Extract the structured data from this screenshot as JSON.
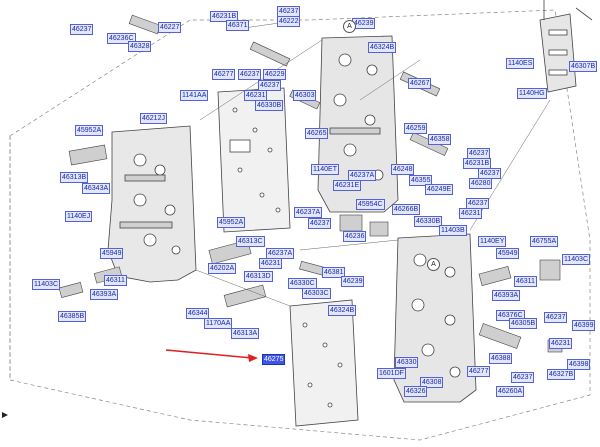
{
  "labels": [
    {
      "id": "l01",
      "text": "46237"
    },
    {
      "id": "l02",
      "text": "46236C"
    },
    {
      "id": "l03",
      "text": "46328"
    },
    {
      "id": "l04",
      "text": "46227"
    },
    {
      "id": "l05",
      "text": "46231B"
    },
    {
      "id": "l06",
      "text": "46237"
    },
    {
      "id": "l07",
      "text": "46371"
    },
    {
      "id": "l08",
      "text": "46222"
    },
    {
      "id": "l09",
      "text": "46239"
    },
    {
      "id": "l10",
      "text": "46324B"
    },
    {
      "id": "l11",
      "text": "1140ES"
    },
    {
      "id": "l12",
      "text": "46307B"
    },
    {
      "id": "l13",
      "text": "1140HG"
    },
    {
      "id": "l14",
      "text": "46277"
    },
    {
      "id": "l15",
      "text": "46237"
    },
    {
      "id": "l16",
      "text": "46229"
    },
    {
      "id": "l17",
      "text": "46237"
    },
    {
      "id": "l18",
      "text": "46231"
    },
    {
      "id": "l19",
      "text": "46303"
    },
    {
      "id": "l20",
      "text": "46330B"
    },
    {
      "id": "l21",
      "text": "46267"
    },
    {
      "id": "l22",
      "text": "1141AA"
    },
    {
      "id": "l23",
      "text": "46212J"
    },
    {
      "id": "l24",
      "text": "45952A"
    },
    {
      "id": "l25",
      "text": "46265"
    },
    {
      "id": "l26",
      "text": "46259"
    },
    {
      "id": "l27",
      "text": "46358"
    },
    {
      "id": "l28",
      "text": "46237"
    },
    {
      "id": "l29",
      "text": "46231B"
    },
    {
      "id": "l30",
      "text": "46237"
    },
    {
      "id": "l31",
      "text": "46280"
    },
    {
      "id": "l32",
      "text": "46248"
    },
    {
      "id": "l33",
      "text": "46355"
    },
    {
      "id": "l34",
      "text": "46249E"
    },
    {
      "id": "l35",
      "text": "1140ET"
    },
    {
      "id": "l36",
      "text": "46237A"
    },
    {
      "id": "l37",
      "text": "46231E"
    },
    {
      "id": "l38",
      "text": "46313B"
    },
    {
      "id": "l39",
      "text": "46343A"
    },
    {
      "id": "l40",
      "text": "45954C"
    },
    {
      "id": "l41",
      "text": "46266B"
    },
    {
      "id": "l42",
      "text": "46237"
    },
    {
      "id": "l43",
      "text": "46231"
    },
    {
      "id": "l44",
      "text": "46330B"
    },
    {
      "id": "l45",
      "text": "11403B"
    },
    {
      "id": "l46",
      "text": "1140EJ"
    },
    {
      "id": "l47",
      "text": "46237A"
    },
    {
      "id": "l48",
      "text": "46237"
    },
    {
      "id": "l49",
      "text": "46236"
    },
    {
      "id": "l50",
      "text": "1140EY"
    },
    {
      "id": "l51",
      "text": "45952A"
    },
    {
      "id": "l52",
      "text": "46313C"
    },
    {
      "id": "l53",
      "text": "46237A"
    },
    {
      "id": "l54",
      "text": "46231"
    },
    {
      "id": "l55",
      "text": "45949"
    },
    {
      "id": "l56",
      "text": "45949"
    },
    {
      "id": "l57",
      "text": "46755A"
    },
    {
      "id": "l58",
      "text": "11403C"
    },
    {
      "id": "l59",
      "text": "46202A"
    },
    {
      "id": "l60",
      "text": "46381"
    },
    {
      "id": "l61",
      "text": "46311"
    },
    {
      "id": "l62",
      "text": "46313D"
    },
    {
      "id": "l63",
      "text": "46330C"
    },
    {
      "id": "l64",
      "text": "46239"
    },
    {
      "id": "l65",
      "text": "46393A"
    },
    {
      "id": "l66",
      "text": "46303C"
    },
    {
      "id": "l67",
      "text": "46311"
    },
    {
      "id": "l68",
      "text": "11403C"
    },
    {
      "id": "l69",
      "text": "46393A"
    },
    {
      "id": "l70",
      "text": "46344"
    },
    {
      "id": "l71",
      "text": "46324B"
    },
    {
      "id": "l72",
      "text": "46385B"
    },
    {
      "id": "l73",
      "text": "1170AA"
    },
    {
      "id": "l74",
      "text": "46376C"
    },
    {
      "id": "l75",
      "text": "46237"
    },
    {
      "id": "l76",
      "text": "46399"
    },
    {
      "id": "l77",
      "text": "46313A"
    },
    {
      "id": "l78",
      "text": "46305B"
    },
    {
      "id": "l79",
      "text": "46231"
    },
    {
      "id": "l80",
      "text": "46275",
      "highlight": true
    },
    {
      "id": "l81",
      "text": "46330"
    },
    {
      "id": "l82",
      "text": "46388"
    },
    {
      "id": "l83",
      "text": "46398"
    },
    {
      "id": "l84",
      "text": "1601DF"
    },
    {
      "id": "l85",
      "text": "46277"
    },
    {
      "id": "l86",
      "text": "46237"
    },
    {
      "id": "l87",
      "text": "46327B"
    },
    {
      "id": "l88",
      "text": "46308"
    },
    {
      "id": "l89",
      "text": "46326"
    },
    {
      "id": "l90",
      "text": "46260A"
    }
  ],
  "callouts": [
    {
      "id": "cA1",
      "text": "A"
    },
    {
      "id": "cA2",
      "text": "A"
    }
  ],
  "colors": {
    "arrow": "#e02020",
    "label_fill": "#e2e6ff",
    "label_border": "#5562d6",
    "highlight": "#3d56e8"
  }
}
